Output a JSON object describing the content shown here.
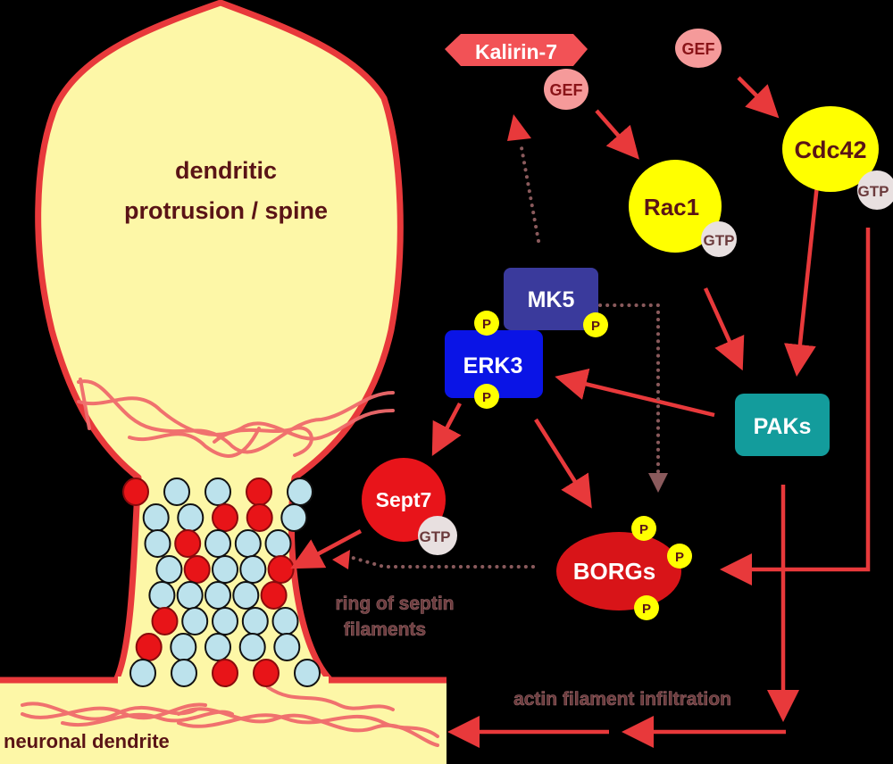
{
  "title": "ERK3/MK5 signaling in dendritic spine formation",
  "colors": {
    "background": "#000000",
    "cytoplasm": "#fdf7a7",
    "membrane": "#e8393b",
    "arrow": "#e8393b",
    "dotted": "#8a5a5c",
    "kalirin": "#f25256",
    "gef": "#f59a9a",
    "gtpase": "#ffff00",
    "gtp": "#e8e0e0",
    "mk5": "#3a3a9c",
    "erk3": "#0a14e6",
    "paks": "#139c9c",
    "sept7": "#e8141a",
    "borgs": "#d81418",
    "phospho": "#ffff00",
    "septin_red": "#e81418",
    "septin_blue": "#bce2ec"
  },
  "regions": {
    "spine_label_line1": "dendritic",
    "spine_label_line2": "protrusion / spine",
    "dendrite_label": "neuronal dendrite",
    "septin_ring_line1": "ring of septin",
    "septin_ring_line2": "filaments",
    "actin_label": "actin filament infiltration"
  },
  "nodes": {
    "kalirin7": {
      "label": "Kalirin-7",
      "badge": "GEF"
    },
    "gef": {
      "label": "GEF"
    },
    "rac1": {
      "label": "Rac1",
      "badge": "GTP"
    },
    "cdc42": {
      "label": "Cdc42",
      "badge": "GTP"
    },
    "mk5": {
      "label": "MK5",
      "badge": "P"
    },
    "erk3": {
      "label": "ERK3",
      "badges": [
        "P",
        "P"
      ]
    },
    "paks": {
      "label": "PAKs"
    },
    "sept7": {
      "label": "Sept7",
      "badge": "GTP"
    },
    "borgs": {
      "label": "BORGs",
      "badges": [
        "P",
        "P",
        "P"
      ]
    }
  },
  "septin_ring_pattern": [
    [
      "r",
      "b",
      "b",
      "r",
      "b"
    ],
    [
      "b",
      "b",
      "r",
      "r",
      "b"
    ],
    [
      "b",
      "r",
      "b",
      "b",
      "b"
    ],
    [
      "b",
      "r",
      "b",
      "b",
      "r"
    ],
    [
      "b",
      "b",
      "b",
      "b",
      "r"
    ],
    [
      "r",
      "b",
      "b",
      "b",
      "b"
    ],
    [
      "r",
      "b",
      "b",
      "b",
      "b"
    ],
    [
      "b",
      "b",
      "r",
      "r",
      "b"
    ]
  ],
  "edges": [
    {
      "from": "gef",
      "to": "cdc42",
      "type": "activation"
    },
    {
      "from": "kalirin7",
      "to": "rac1",
      "type": "activation"
    },
    {
      "from": "rac1",
      "to": "paks",
      "type": "activation"
    },
    {
      "from": "cdc42",
      "to": "paks",
      "type": "activation"
    },
    {
      "from": "paks",
      "to": "erk3",
      "type": "activation"
    },
    {
      "from": "erk3",
      "to": "sept7",
      "type": "activation"
    },
    {
      "from": "erk3",
      "to": "borgs",
      "type": "activation"
    },
    {
      "from": "cdc42",
      "to": "borgs",
      "type": "activation"
    },
    {
      "from": "mk5",
      "to": "kalirin7",
      "type": "indirect"
    },
    {
      "from": "mk5",
      "to": "borgs",
      "type": "indirect"
    },
    {
      "from": "borgs",
      "to": "septin_ring",
      "type": "indirect"
    },
    {
      "from": "sept7",
      "to": "septin_ring",
      "type": "activation"
    },
    {
      "from": "paks",
      "to": "neuronal_dendrite",
      "type": "actin filament infiltration"
    }
  ]
}
